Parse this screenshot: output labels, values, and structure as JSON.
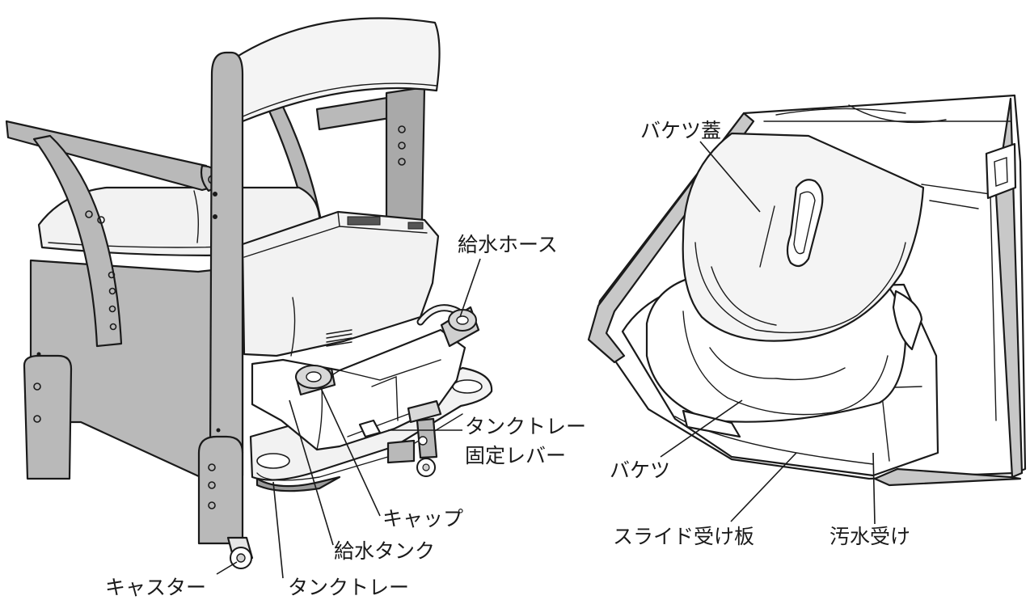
{
  "labels": {
    "kyusui_hose": "給水ホース",
    "tank_tray_lever_1": "タンクトレー",
    "tank_tray_lever_2": "固定レバー",
    "cap": "キャップ",
    "kyusui_tank": "給水タンク",
    "caster": "キャスター",
    "tank_tray": "タンクトレー",
    "bucket_lid": "バケツ蓋",
    "bucket": "バケツ",
    "slide_plate": "スライド受け板",
    "waste_tray": "汚水受け"
  }
}
